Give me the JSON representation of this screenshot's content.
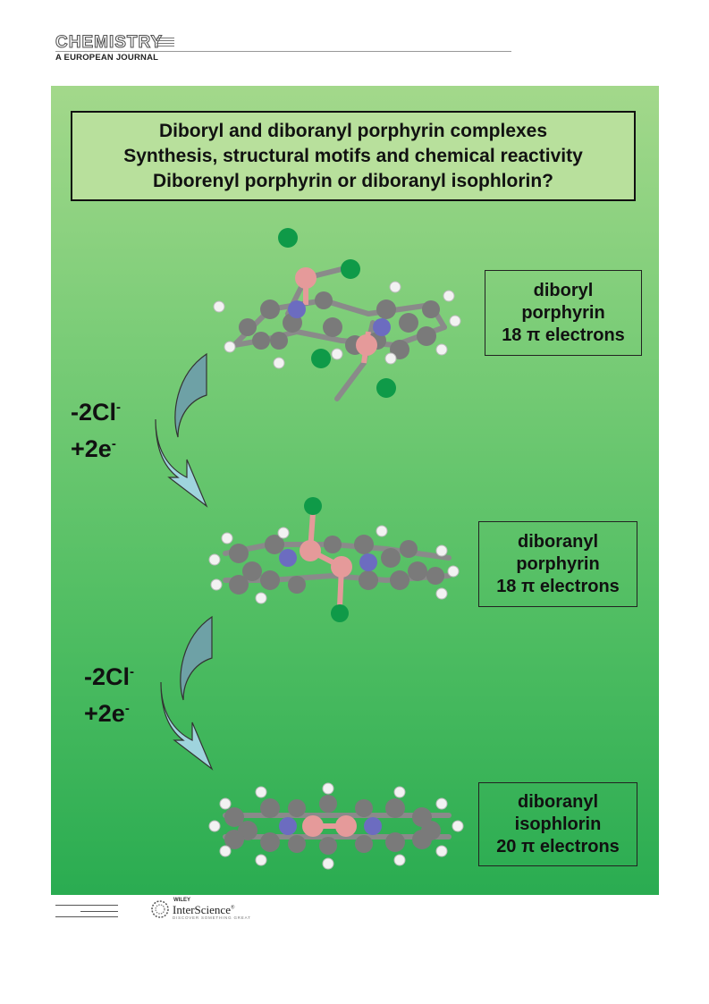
{
  "journal": {
    "title": "CHEMISTRY",
    "subtitle": "A EUROPEAN JOURNAL"
  },
  "figure": {
    "title_lines": [
      "Diboryl and diboranyl porphyrin complexes",
      "Synthesis, structural motifs and chemical reactivity",
      "Diborenyl porphyrin or diboranyl isophlorin?"
    ],
    "labels": [
      [
        "diboryl",
        "porphyrin",
        "18 π electrons"
      ],
      [
        "diboranyl",
        "porphyrin",
        "18 π electrons"
      ],
      [
        "diboranyl",
        "isophlorin",
        "20 π electrons"
      ]
    ],
    "steps": [
      {
        "line1": "-2Cl",
        "sup": "-",
        "line2": "+2e",
        "sup2": "-"
      },
      {
        "line1": "-2Cl",
        "sup": "-",
        "line2": "+2e",
        "sup2": "-"
      }
    ]
  },
  "footer": {
    "publisher_small": "WILEY",
    "publisher_name": "InterScience",
    "tagline": "DISCOVER SOMETHING GREAT",
    "registered": "®"
  },
  "colors": {
    "carbon": "#7a7a7a",
    "hydrogen": "#f2f2f2",
    "nitrogen": "#6c6cc0",
    "boron": "#e59a9a",
    "chlorine": "#0f9a48",
    "arrow_dark": "#6ea1a6",
    "arrow_light": "#9fd4dd"
  }
}
